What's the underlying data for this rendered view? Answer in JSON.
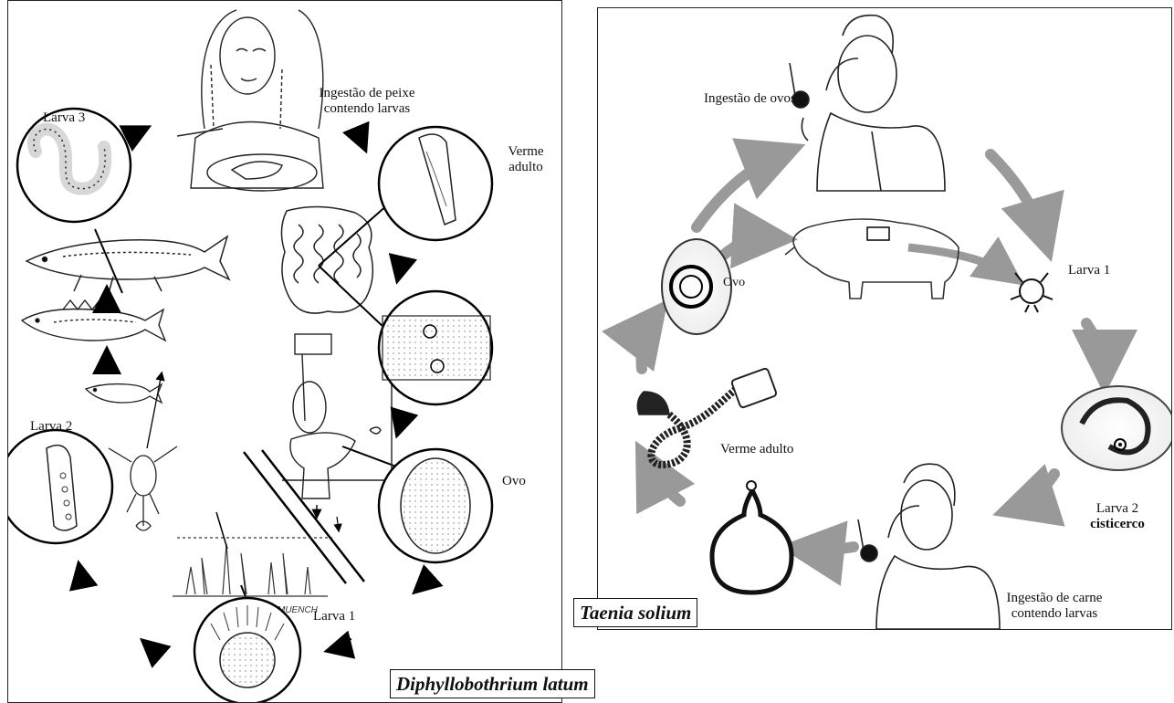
{
  "left_panel": {
    "species": "Diphyllobothrium latum",
    "labels": {
      "ingestion": [
        "Ingestão de peixe",
        "contendo larvas"
      ],
      "adult": [
        "Verme",
        "adulto"
      ],
      "egg": "Ovo",
      "larva1": "Larva 1",
      "larva2": "Larva 2",
      "larva3": "Larva 3"
    },
    "artist_signature": "MUENCH"
  },
  "right_panel": {
    "species": "Taenia solium",
    "labels": {
      "egg_ingestion": "Ingestão de ovos",
      "egg": "Ovo",
      "larva1": "Larva 1",
      "larva2": [
        "Larva 2",
        "cisticerco"
      ],
      "adult": "Verme adulto",
      "meat_ingestion": [
        "Ingestão de carne",
        "contendo larvas"
      ]
    }
  }
}
